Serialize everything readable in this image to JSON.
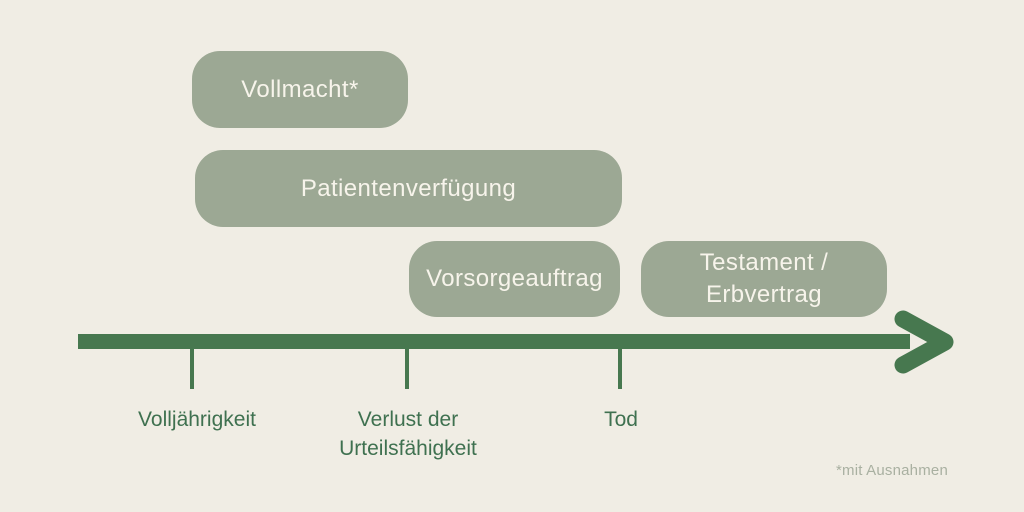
{
  "infographic": {
    "type": "timeline-diagram",
    "language": "de",
    "background_color": "#F0EDE4",
    "palette": {
      "box_fill": "#9CA894",
      "box_text": "#F7F4EB",
      "timeline": "#47784F",
      "event_label": "#3F7150",
      "footnote": "#A9B0A1"
    },
    "boxes": [
      {
        "id": "vollmacht",
        "label": "Vollmacht*",
        "spans": "Volljährigkeit → Verlust der Urteilsfähigkeit"
      },
      {
        "id": "patientenverfuegung",
        "label": "Patientenverfügung",
        "spans": "Volljährigkeit → Tod"
      },
      {
        "id": "vorsorgeauftrag",
        "label": "Vorsorgeauftrag",
        "spans": "Verlust der Urteilsfähigkeit → Tod"
      },
      {
        "id": "testament",
        "label": "Testament / Erbvertrag",
        "spans": "Tod → danach"
      }
    ],
    "timeline_events": [
      {
        "id": "volljaehrigkeit",
        "label": "Volljährigkeit"
      },
      {
        "id": "urteilsunfaehigkeit",
        "label": "Verlust der Urteilsfähigkeit"
      },
      {
        "id": "tod",
        "label": "Tod"
      }
    ],
    "footnote": "*mit Ausnahmen"
  }
}
